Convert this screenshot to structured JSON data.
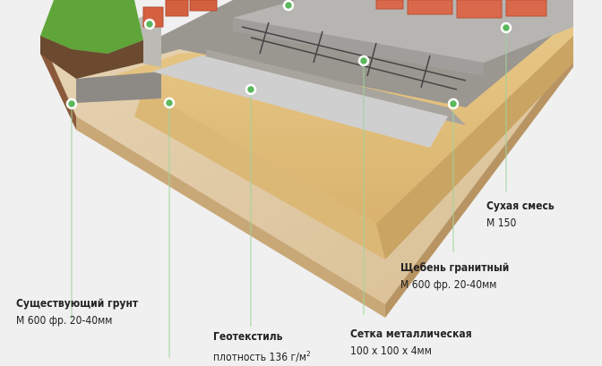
{
  "colors": {
    "accent": "#5cb85c",
    "line": "#9fd39a"
  },
  "labels": [
    {
      "id": "dry-mix",
      "title": "Сухая смесь",
      "sub": "М 150"
    },
    {
      "id": "granite",
      "title": "Щебень гранитный",
      "sub": "М 600 фр. 20-40мм"
    },
    {
      "id": "soil",
      "title": "Существующий грунт",
      "sub": "М 600 фр. 20-40мм"
    },
    {
      "id": "geotextile",
      "title": "Геотекстиль",
      "sub": "плотность 136 г/м",
      "sup": "2"
    },
    {
      "id": "mesh",
      "title": "Сетка металлическая",
      "sub": "100 x 100 x 4мм"
    }
  ]
}
